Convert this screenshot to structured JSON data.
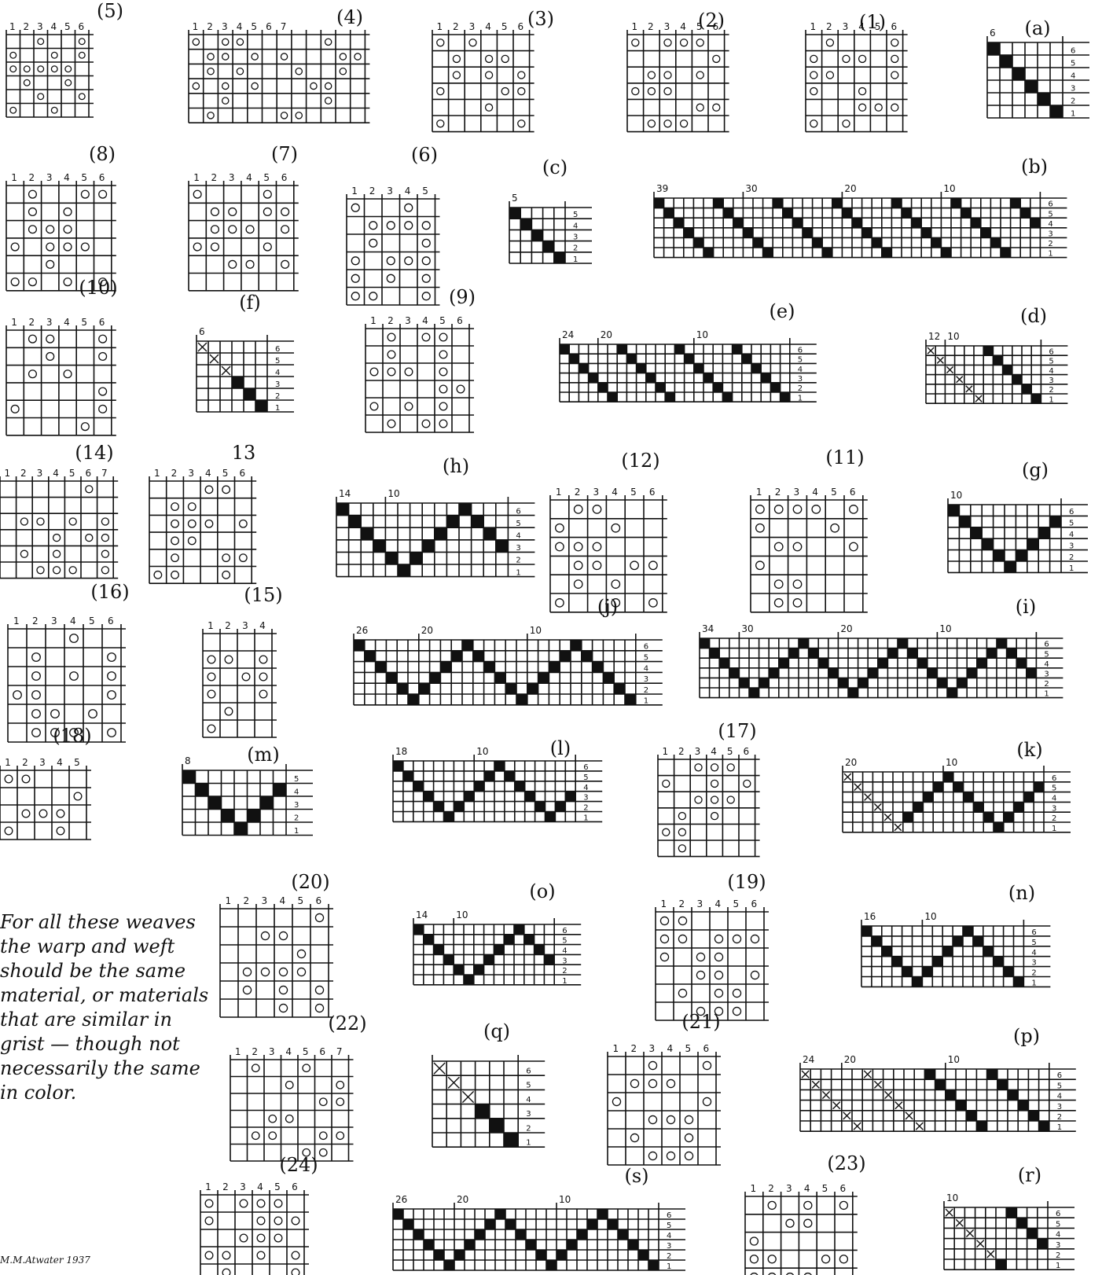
{
  "title": "",
  "note_lines": [
    "For all these weaves",
    "the warp and weft",
    "should be the same",
    "material, or materials",
    "that are similar in",
    "grist — though not",
    "necessarily the same",
    "in color."
  ],
  "signature": "M.M.Atwater  1937",
  "drafts": [
    {
      "label": "(5)",
      "cols": 6
    },
    {
      "label": "(4)",
      "cols": 12
    },
    {
      "label": "(3)",
      "cols": 6
    },
    {
      "label": "(2)",
      "cols": 6
    },
    {
      "label": "(1)",
      "cols": 6
    },
    {
      "label": "(a)",
      "cols": 6,
      "pattern": "diag"
    },
    {
      "label": "(8)",
      "cols": 6
    },
    {
      "label": "(7)",
      "cols": 6
    },
    {
      "label": "(6)",
      "cols": 5
    },
    {
      "label": "(c)",
      "cols": 5,
      "pattern": "diag"
    },
    {
      "label": "(b)",
      "cols": 39,
      "pattern": "twill"
    },
    {
      "label": "(10)",
      "cols": 6
    },
    {
      "label": "(f)",
      "cols": 6,
      "pattern": "xdiag"
    },
    {
      "label": "(9)",
      "cols": 6
    },
    {
      "label": "(e)",
      "cols": 24,
      "pattern": "twill"
    },
    {
      "label": "(d)",
      "cols": 12,
      "pattern": "xdiag"
    },
    {
      "label": "(14)",
      "cols": 7
    },
    {
      "label": "13",
      "cols": 6
    },
    {
      "label": "(h)",
      "cols": 14,
      "pattern": "point"
    },
    {
      "label": "(12)",
      "cols": 6
    },
    {
      "label": "(11)",
      "cols": 6
    },
    {
      "label": "(g)",
      "cols": 10,
      "pattern": "point"
    },
    {
      "label": "(16)",
      "cols": 6
    },
    {
      "label": "(15)",
      "cols": 4
    },
    {
      "label": "(j)",
      "cols": 26,
      "pattern": "point"
    },
    {
      "label": "(i)",
      "cols": 34,
      "pattern": "point"
    },
    {
      "label": "(18)",
      "cols": 5
    },
    {
      "label": "(m)",
      "cols": 8,
      "pattern": "point"
    },
    {
      "label": "(l)",
      "cols": 18,
      "pattern": "point"
    },
    {
      "label": "(17)",
      "cols": 6
    },
    {
      "label": "(k)",
      "cols": 20,
      "pattern": "xpoint"
    },
    {
      "label": "(20)",
      "cols": 6
    },
    {
      "label": "(o)",
      "cols": 14,
      "pattern": "point"
    },
    {
      "label": "(19)",
      "cols": 6
    },
    {
      "label": "(n)",
      "cols": 16,
      "pattern": "point"
    },
    {
      "label": "(22)",
      "cols": 7
    },
    {
      "label": "(q)",
      "cols": 6,
      "pattern": "xdiag"
    },
    {
      "label": "(21)",
      "cols": 6
    },
    {
      "label": "(p)",
      "cols": 24,
      "pattern": "xdiag"
    },
    {
      "label": "(24)",
      "cols": 6
    },
    {
      "label": "(s)",
      "cols": 26,
      "pattern": "point"
    },
    {
      "label": "(23)",
      "cols": 6
    },
    {
      "label": "(r)",
      "cols": 10,
      "pattern": "xdiag"
    }
  ],
  "tick_labels": {
    "b": [
      "39",
      "30",
      "20",
      "10"
    ],
    "e": [
      "24",
      "20",
      "10"
    ],
    "d": [
      "12",
      "10"
    ],
    "h": [
      "14",
      "10"
    ],
    "g": [
      "10"
    ],
    "j": [
      "26",
      "20",
      "10"
    ],
    "i": [
      "34",
      "30",
      "20",
      "10"
    ],
    "m": [
      "8"
    ],
    "l": [
      "18",
      "10"
    ],
    "k": [
      "20",
      "10"
    ],
    "o": [
      "14",
      "10"
    ],
    "n": [
      "16",
      "10"
    ],
    "p": [
      "24",
      "20",
      "10"
    ],
    "s": [
      "26",
      "20",
      "10"
    ],
    "r": [
      "10"
    ],
    "a": [
      "6"
    ],
    "c": [
      "5"
    ],
    "f": [
      "6"
    ]
  },
  "shaft_numbers": [
    "6",
    "5",
    "4",
    "3",
    "2",
    "1"
  ],
  "tieup_numbers": [
    "1",
    "2",
    "3",
    "4",
    "5",
    "6",
    "7"
  ]
}
